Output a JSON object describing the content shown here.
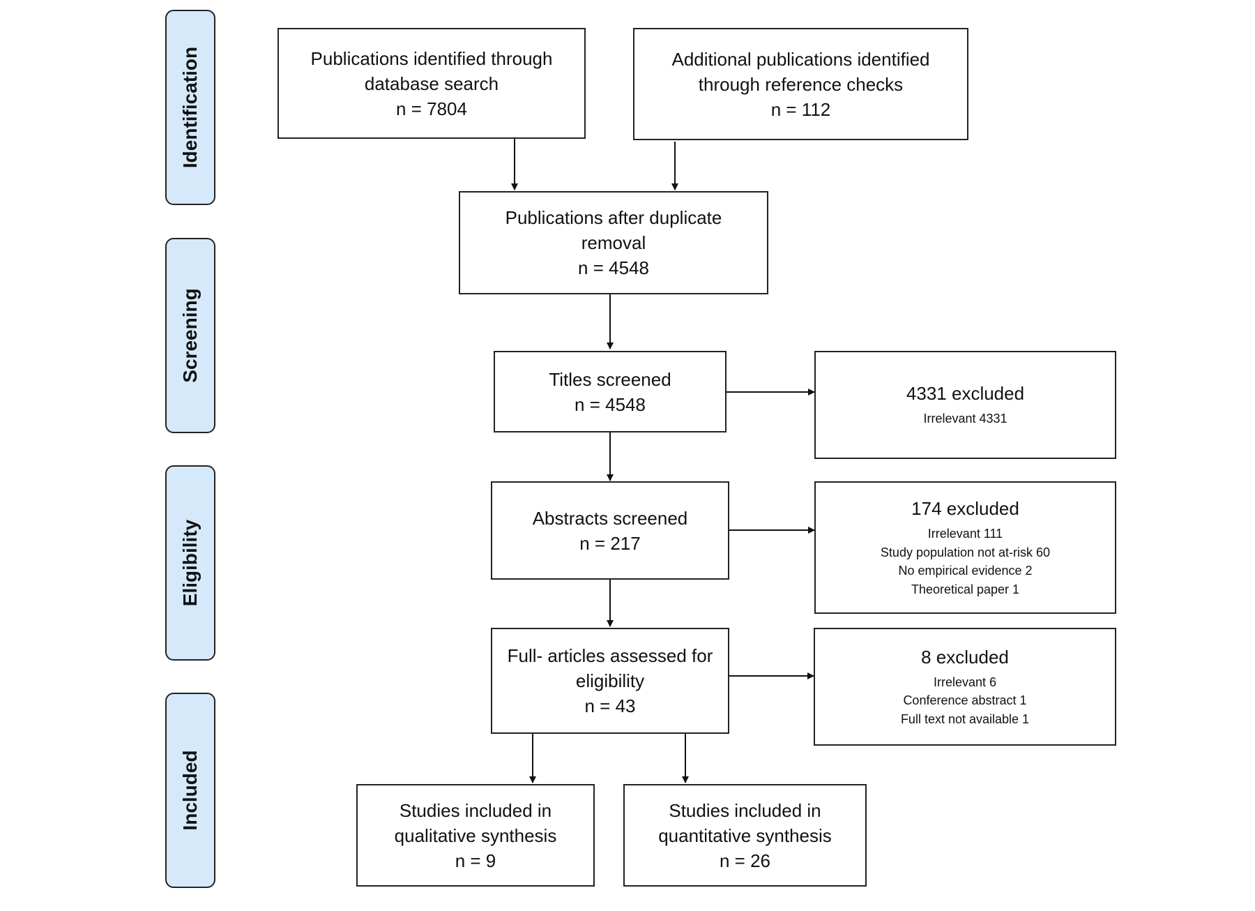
{
  "stages": [
    {
      "label": "Identification"
    },
    {
      "label": "Screening"
    },
    {
      "label": "Eligibility"
    },
    {
      "label": "Included"
    }
  ],
  "boxes": {
    "database_search": {
      "line1": "Publications identified through",
      "line2": "database search",
      "count": "n = 7804"
    },
    "reference_checks": {
      "line1": "Additional publications identified",
      "line2": "through reference checks",
      "count": "n = 112"
    },
    "after_duplicates": {
      "line1": "Publications after duplicate",
      "line2": "removal",
      "count": "n = 4548"
    },
    "titles_screened": {
      "line1": "Titles screened",
      "count": "n = 4548"
    },
    "abstracts_screened": {
      "line1": "Abstracts screened",
      "count": "n = 217"
    },
    "full_articles": {
      "line1": "Full- articles assessed for",
      "line2": "eligibility",
      "count": "n = 43"
    },
    "qualitative": {
      "line1": "Studies included in",
      "line2": "qualitative synthesis",
      "count": "n = 9"
    },
    "quantitative": {
      "line1": "Studies included in",
      "line2": "quantitative synthesis",
      "count": "n = 26"
    }
  },
  "exclusions": {
    "titles": {
      "title": "4331 excluded",
      "reasons": [
        "Irrelevant 4331"
      ]
    },
    "abstracts": {
      "title": "174 excluded",
      "reasons": [
        "Irrelevant 111",
        "Study population not at-risk 60",
        "No empirical evidence 2",
        "Theoretical paper 1"
      ]
    },
    "full": {
      "title": "8 excluded",
      "reasons": [
        "Irrelevant 6",
        "Conference abstract 1",
        "Full text not available 1"
      ]
    }
  }
}
